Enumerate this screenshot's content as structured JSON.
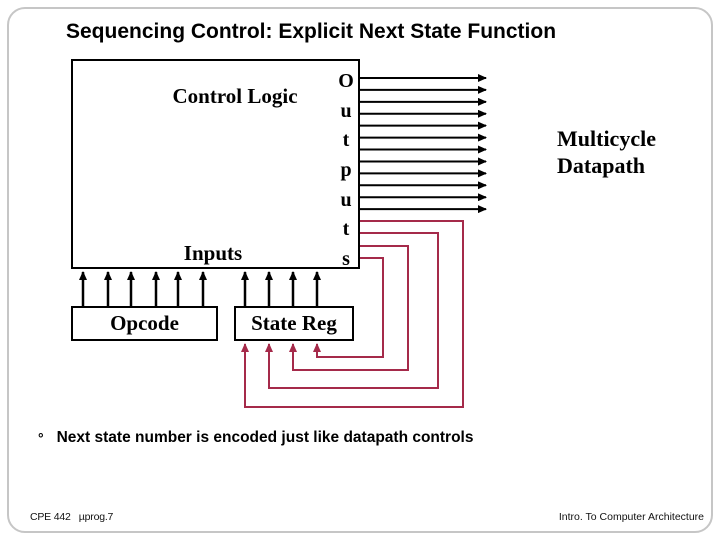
{
  "slide": {
    "title": "Sequencing Control: Explicit Next State Function",
    "bullet": {
      "marker": "°",
      "text": "Next state number is encoded just like datapath controls"
    },
    "footer_left": "CPE 442   µprog.7",
    "footer_right": "Intro. To Computer Architecture"
  },
  "diagram": {
    "control_logic_label": "Control Logic",
    "inputs_label": "Inputs",
    "outputs_label": "Outputs",
    "opcode_label": "Opcode",
    "state_reg_label": "State Reg",
    "datapath_label_line1": "Multicycle",
    "datapath_label_line2": "Datapath",
    "output_arrow_count": 12,
    "opcode_input_arrow_count": 6,
    "state_input_arrow_count": 4,
    "feedback_loop_count": 4,
    "colors": {
      "signal": "#000000",
      "feedback": "#A52A4A"
    }
  }
}
